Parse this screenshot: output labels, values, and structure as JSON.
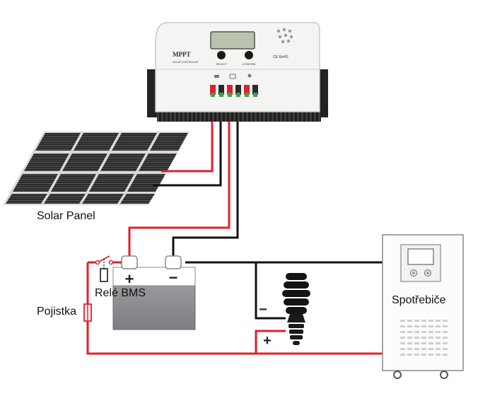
{
  "labels": {
    "solar_panel": "Solar Panel",
    "relay": "Relé BMS",
    "fuse": "Pojistka",
    "loads": "Spotřebiče"
  },
  "controller": {
    "brand": "MPPT",
    "subtitle": "SOLAR CONTROLLER",
    "button_left": "SELECT",
    "button_right": "CONFIRM",
    "cert": "CE RoHS"
  },
  "battery": {
    "plus": "+",
    "minus": "−"
  },
  "bulb": {
    "plus": "+",
    "minus": "−"
  },
  "colors": {
    "positive_wire": "#e0202a",
    "negative_wire": "#111111",
    "battery_body": "#8f9094",
    "controller_body": "#f4f4f2"
  }
}
